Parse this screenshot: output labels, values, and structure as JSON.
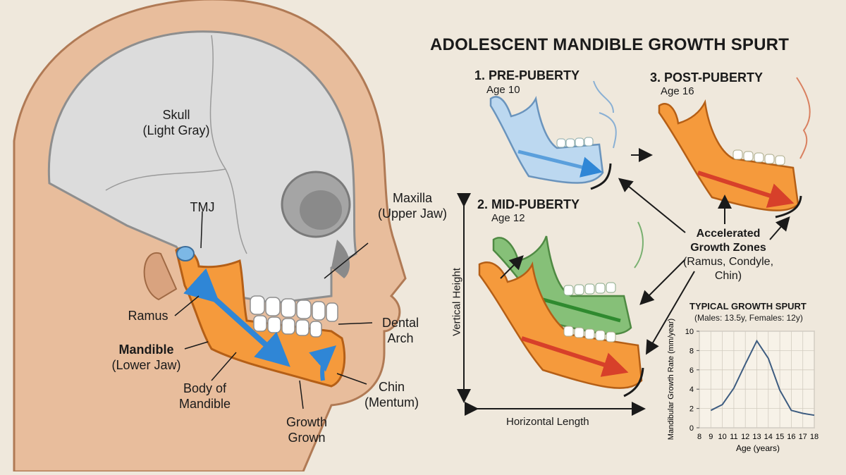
{
  "title": "ADOLESCENT MANDIBLE GROWTH SPURT",
  "labels": {
    "skull": [
      "Skull",
      "(Light Gray)"
    ],
    "tmj": "TMJ",
    "maxilla": [
      "Maxilla",
      "(Upper Jaw)"
    ],
    "ramus": "Ramus",
    "mandible": [
      "Mandible",
      "(Lower Jaw)"
    ],
    "body": [
      "Body of",
      "Mandible"
    ],
    "dental_arch": [
      "Dental",
      "Arch"
    ],
    "chin": [
      "Chin",
      "(Mentum)"
    ],
    "growth": [
      "Growth",
      "Grown"
    ]
  },
  "stages": [
    {
      "title": "1. PRE-PUBERTY",
      "age": "Age 10",
      "color": "#bcd8f0"
    },
    {
      "title": "2. MID-PUBERTY",
      "age": "Age 12",
      "color": "#86c078"
    },
    {
      "title": "3. POST-PUBERTY",
      "age": "Age 16",
      "color": "#f59a3c"
    }
  ],
  "zones": {
    "title": [
      "Accelerated",
      "Growth Zones"
    ],
    "detail": [
      "(Ramus, Condyle,",
      "Chin)"
    ]
  },
  "axes": {
    "vertical": "Vertical Height",
    "horizontal": "Horizontal Length"
  },
  "colors": {
    "mandible": "#f59a3c",
    "arrow": "#2f86d6",
    "skull": "#dcdcdc",
    "skin": "#e8bd9c"
  },
  "chart_data": {
    "type": "line",
    "title": "TYPICAL GROWTH SPURT",
    "subtitle": "(Males: 13.5y, Females: 12y)",
    "xlabel": "Age (years)",
    "ylabel": "Mandibular Growth Rate (mm/year)",
    "xlim": [
      8,
      18
    ],
    "ylim": [
      0,
      10
    ],
    "xticks": [
      8,
      9,
      10,
      11,
      12,
      13,
      14,
      15,
      16,
      17,
      18
    ],
    "yticks": [
      0,
      2,
      4,
      6,
      8,
      10
    ],
    "x": [
      9,
      10,
      11,
      12,
      13,
      14,
      15,
      16,
      17,
      18
    ],
    "series": [
      {
        "values": [
          1.8,
          2.4,
          4.1,
          6.6,
          9.0,
          7.2,
          3.9,
          1.8,
          1.5,
          1.3
        ]
      }
    ],
    "grid": true,
    "line_color": "#3d5c80"
  }
}
